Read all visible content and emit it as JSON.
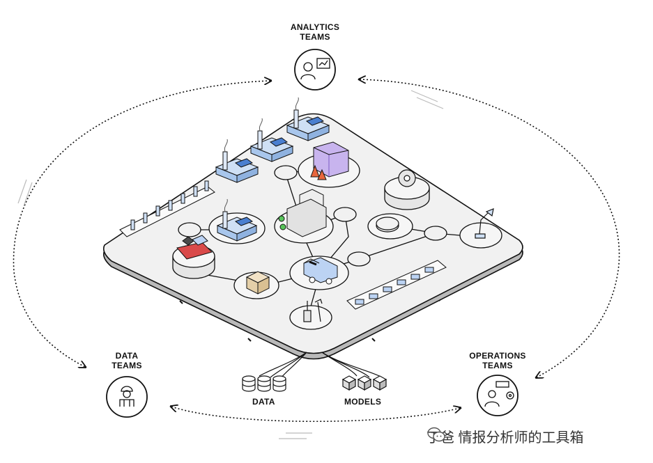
{
  "nodes": {
    "analytics": {
      "line1": "ANALYTICS",
      "line2": "TEAMS"
    },
    "data_teams": {
      "line1": "DATA",
      "line2": "TEAMS"
    },
    "operations": {
      "line1": "OPERATIONS",
      "line2": "TEAMS"
    }
  },
  "outputs": {
    "data": "DATA",
    "models": "MODELS"
  },
  "watermark": {
    "text": "丁爸 情报分析师的工具箱",
    "icon": "wechat-icon"
  },
  "icons": {
    "analytics": "analyst-with-chart-icon",
    "data_teams": "engineer-helmet-icon",
    "operations": "operator-with-gears-icon"
  }
}
